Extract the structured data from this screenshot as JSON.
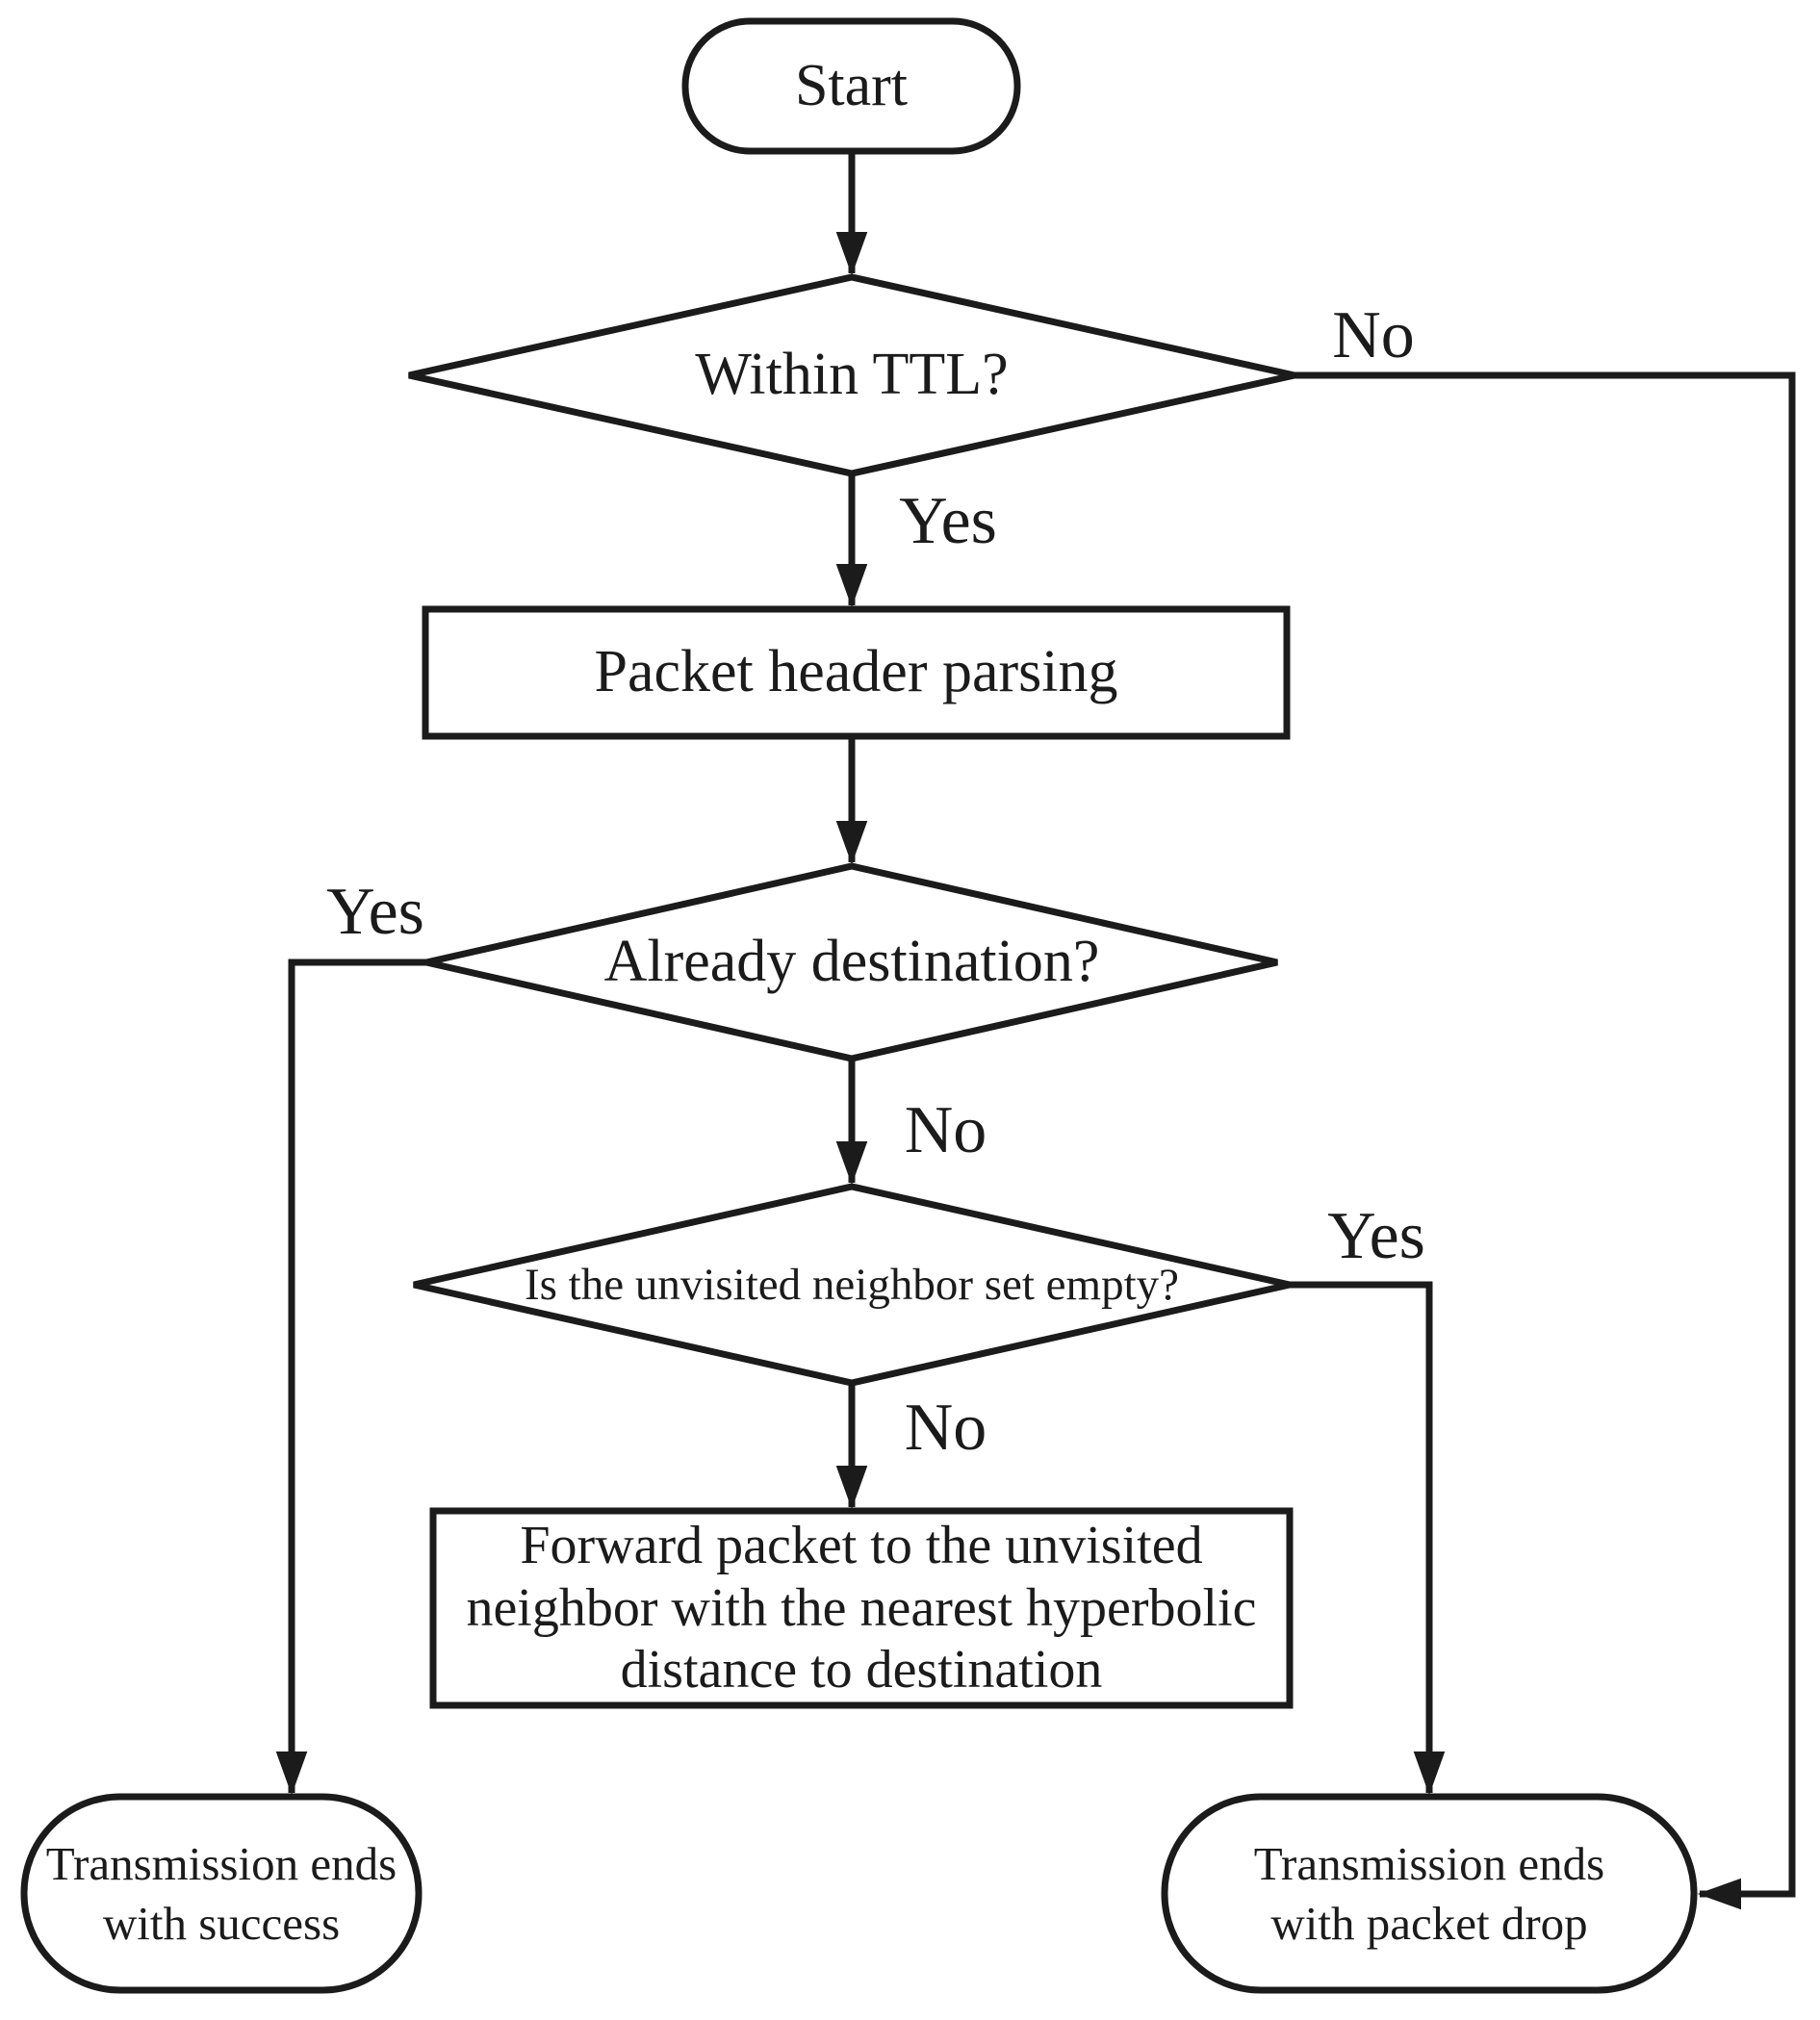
{
  "flowchart": {
    "start": {
      "label": "Start"
    },
    "decision_ttl": {
      "label": "Within TTL?"
    },
    "process_parse": {
      "label": "Packet header parsing"
    },
    "decision_destination": {
      "label": "Already destination?"
    },
    "decision_neighbor_empty": {
      "label": "Is the unvisited neighbor set empty?"
    },
    "process_forward": {
      "line1": "Forward packet to the unvisited",
      "line2": "neighbor with the nearest hyperbolic",
      "line3": "distance to destination"
    },
    "terminal_success": {
      "line1": "Transmission ends",
      "line2": "with success"
    },
    "terminal_drop": {
      "line1": "Transmission ends",
      "line2": "with packet drop"
    },
    "labels": {
      "ttl_no": "No",
      "ttl_yes": "Yes",
      "destination_yes": "Yes",
      "destination_no": "No",
      "neighbor_yes": "Yes",
      "neighbor_no": "No"
    },
    "colors": {
      "stroke": "#1b1b1b",
      "background": "#ffffff"
    }
  }
}
